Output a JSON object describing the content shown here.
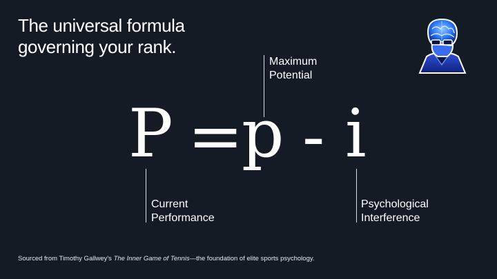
{
  "title": {
    "line1": "The universal formula",
    "line2": "governing your rank."
  },
  "formula": {
    "lhs": "P",
    "equals": "=",
    "potential": "p",
    "minus": "-",
    "interference": "i"
  },
  "labels": {
    "maximum_potential": {
      "line1": "Maximum",
      "line2": "Potential"
    },
    "current_performance": {
      "line1": "Current",
      "line2": "Performance"
    },
    "psychological_interference": {
      "line1": "Psychological",
      "line2": "Interference"
    }
  },
  "source": {
    "prefix": "Sourced from Timothy Gallwey's ",
    "book": "The Inner Game of Tennis",
    "suffix": "—the foundation of elite sports psychology."
  },
  "colors": {
    "background": "#141b24",
    "text": "#ffffff",
    "avatar_accent": "#2e7bff"
  },
  "icons": {
    "avatar": "glowing-brain-avatar-icon"
  }
}
